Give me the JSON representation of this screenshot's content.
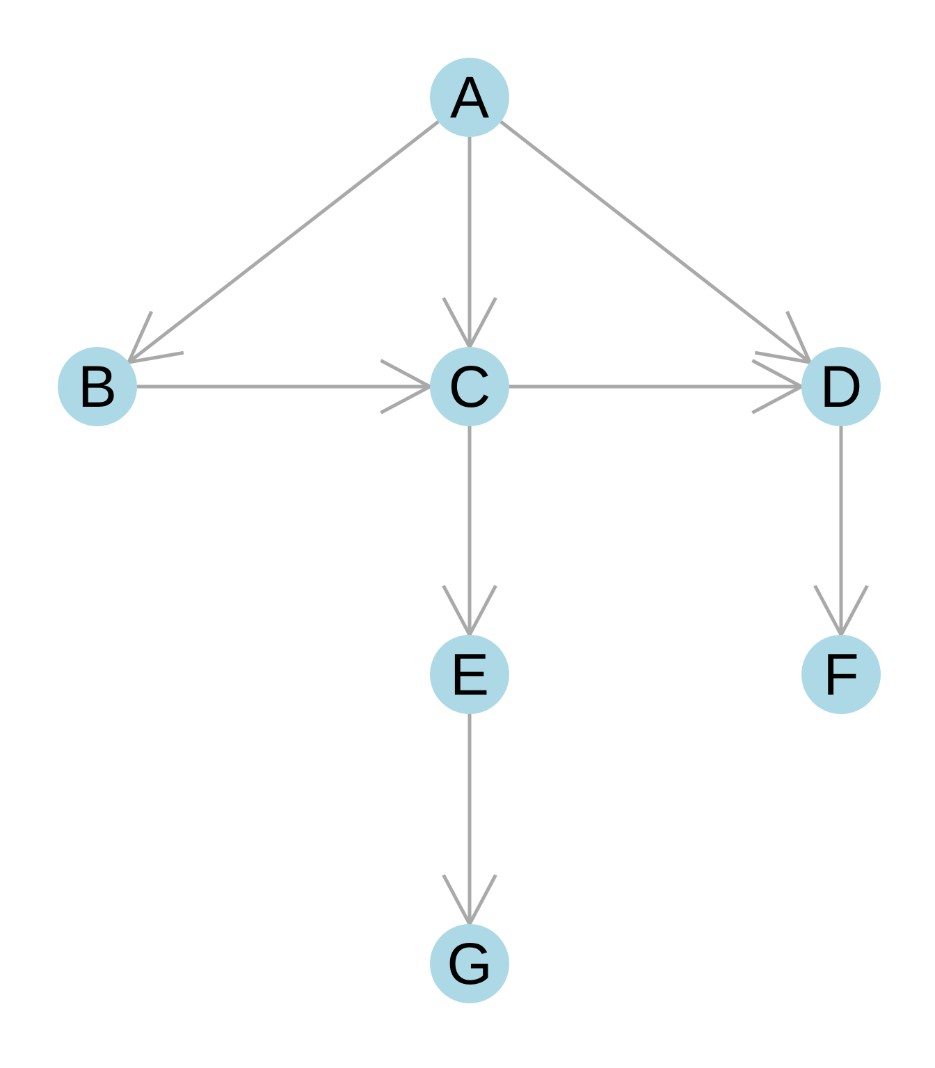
{
  "colors": {
    "background": "#ffffff",
    "node_fill": "#add8e6",
    "edge_stroke": "#a9a9a9",
    "label": "#000000"
  },
  "nodes": [
    {
      "id": "A",
      "label": "A"
    },
    {
      "id": "B",
      "label": "B"
    },
    {
      "id": "C",
      "label": "C"
    },
    {
      "id": "D",
      "label": "D"
    },
    {
      "id": "E",
      "label": "E"
    },
    {
      "id": "F",
      "label": "F"
    },
    {
      "id": "G",
      "label": "G"
    }
  ],
  "edges": [
    {
      "from": "A",
      "to": "B"
    },
    {
      "from": "A",
      "to": "C"
    },
    {
      "from": "A",
      "to": "D"
    },
    {
      "from": "B",
      "to": "C"
    },
    {
      "from": "C",
      "to": "D"
    },
    {
      "from": "C",
      "to": "E"
    },
    {
      "from": "D",
      "to": "F"
    },
    {
      "from": "E",
      "to": "G"
    }
  ]
}
